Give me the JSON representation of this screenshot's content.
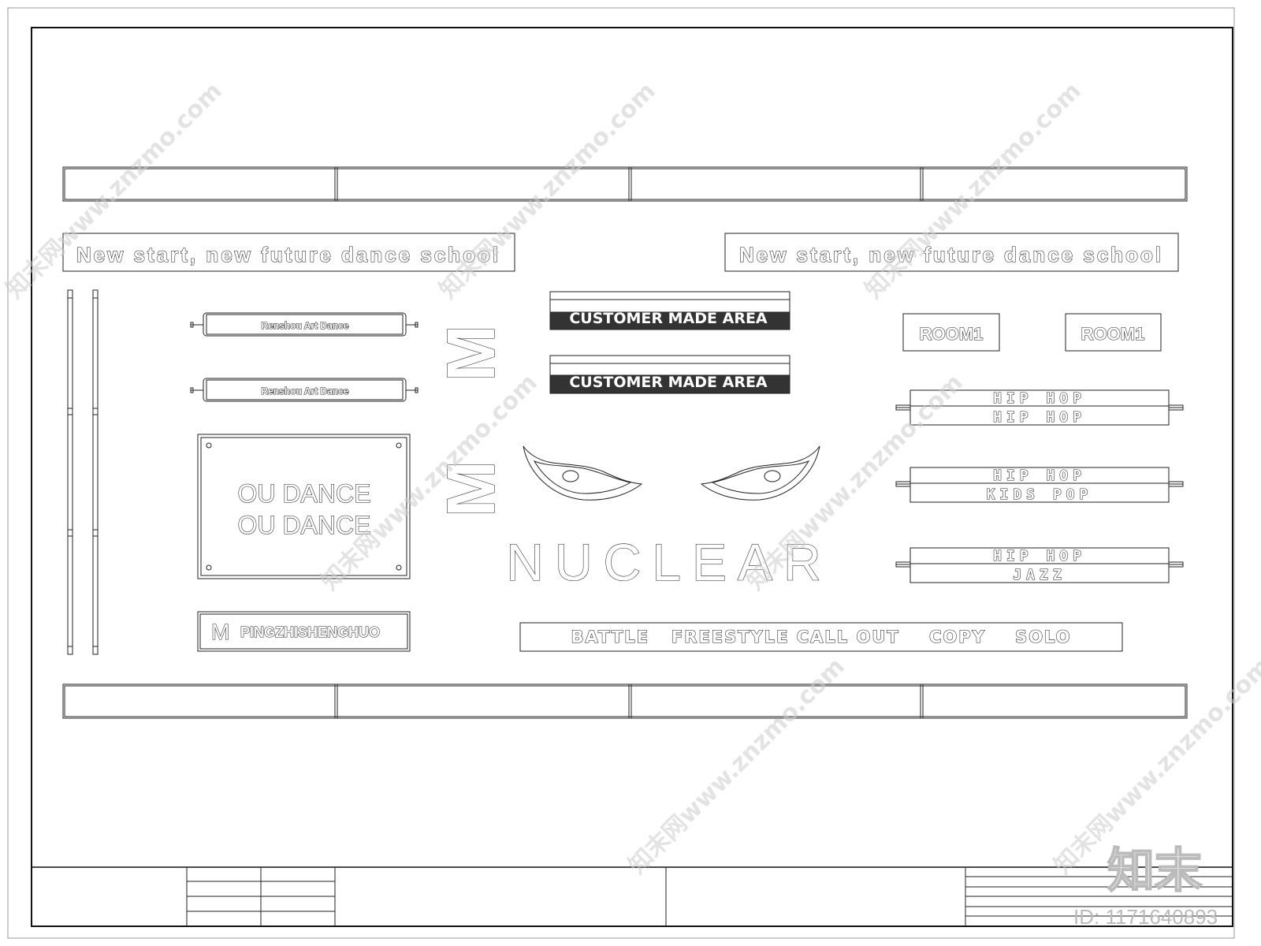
{
  "slogan_left": "New start, new future dance school",
  "slogan_right": "New start, new future dance school",
  "renshou_label_1": "Renshou Art Dance",
  "renshou_label_2": "Renshou Art Dance",
  "customer_area_1": "CUSTOMER MADE AREA",
  "customer_area_2": "CUSTOMER MADE AREA",
  "m_glyph_1": "M",
  "m_glyph_2": "M",
  "room_1": "ROOM1",
  "room_2": "ROOM1",
  "ou_dance_line_1": "OU DANCE",
  "ou_dance_line_2": "OU DANCE",
  "nuclear": "NUCLEAR",
  "bar_1": {
    "line_1": "HIP HOP",
    "line_2": "HIP HOP"
  },
  "bar_2": {
    "line_1": "HIP HOP",
    "line_2": "KIDS POP"
  },
  "bar_3": {
    "line_1": "HIP HOP",
    "line_2": "JAZZ"
  },
  "brand_plate_m": "M",
  "brand_plate_text": "PINGZHISHENGHUO",
  "battle_bar": "BATTLE   FREESTYLE CALL OUT    COPY    SOLO",
  "watermark_text": "知末网www.znzmo.com",
  "logo_text": "知末",
  "id_label": "ID: 1171640893",
  "colors": {
    "line": "#222222",
    "dark_panel": "#333333",
    "watermark": "#cccccc"
  }
}
